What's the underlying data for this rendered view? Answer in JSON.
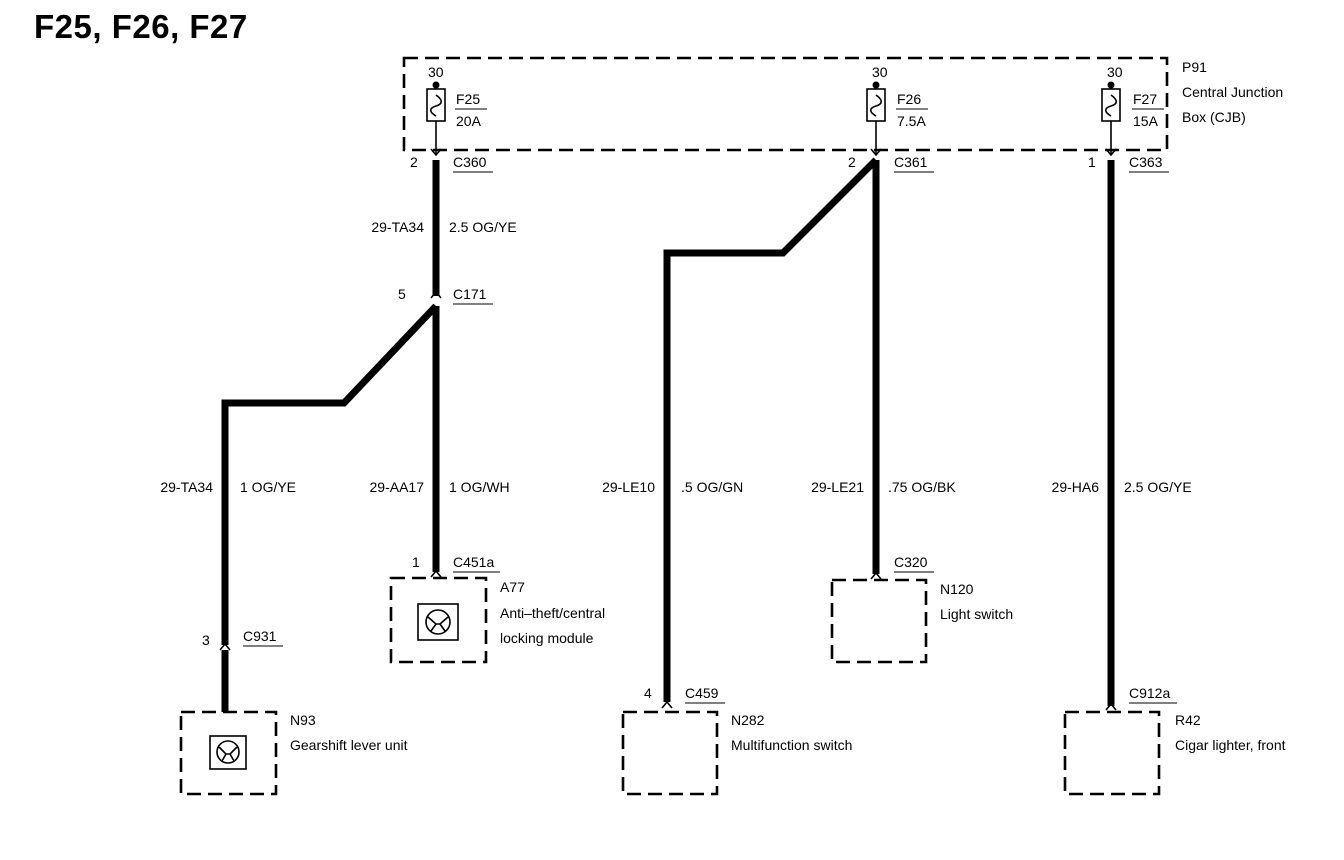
{
  "title": "F25, F26, F27",
  "cjb": {
    "ref": "P91",
    "line1": "Central Junction",
    "line2": "Box (CJB)"
  },
  "fuses": [
    {
      "name": "F25",
      "rating": "20A",
      "supply": "30",
      "pin": "2",
      "connector": "C360"
    },
    {
      "name": "F26",
      "rating": "7.5A",
      "supply": "30",
      "pin": "2",
      "connector": "C361"
    },
    {
      "name": "F27",
      "rating": "15A",
      "supply": "30",
      "pin": "1",
      "connector": "C363"
    }
  ],
  "wires": {
    "w1": {
      "circuit": "29-TA34",
      "spec": "2.5 OG/YE"
    },
    "w2": {
      "circuit": "29-TA34",
      "spec": "1 OG/YE"
    },
    "w3": {
      "circuit": "29-AA17",
      "spec": "1 OG/WH"
    },
    "w4": {
      "circuit": "29-LE10",
      "spec": ".5 OG/GN"
    },
    "w5": {
      "circuit": "29-LE21",
      "spec": ".75 OG/BK"
    },
    "w6": {
      "circuit": "29-HA6",
      "spec": "2.5 OG/YE"
    }
  },
  "inline_connector": {
    "pin": "5",
    "name": "C171"
  },
  "components": {
    "a77": {
      "pin": "1",
      "connector": "C451a",
      "ref": "A77",
      "line1": "Anti–theft/central",
      "line2": "locking module"
    },
    "n93": {
      "pin": "3",
      "connector": "C931",
      "ref": "N93",
      "line1": "Gearshift lever unit"
    },
    "n282": {
      "pin": "4",
      "connector": "C459",
      "ref": "N282",
      "line1": "Multifunction switch"
    },
    "n120": {
      "connector": "C320",
      "ref": "N120",
      "line1": "Light switch"
    },
    "r42": {
      "connector": "C912a",
      "ref": "R42",
      "line1": "Cigar lighter, front"
    }
  }
}
